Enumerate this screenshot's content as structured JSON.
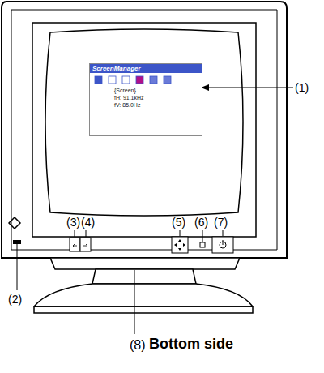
{
  "diagram": {
    "nodes": [
      {
        "text": [
          "ScreenManager",
          "{Screen}",
          "fH: 91.1kHz",
          "fV: 85.0Hz"
        ]
      }
    ],
    "labels": [
      "(1)",
      "(2)",
      "(3)",
      "(4)",
      "(5)",
      "(6)",
      "(7)",
      "(8)",
      "Bottom side"
    ]
  }
}
